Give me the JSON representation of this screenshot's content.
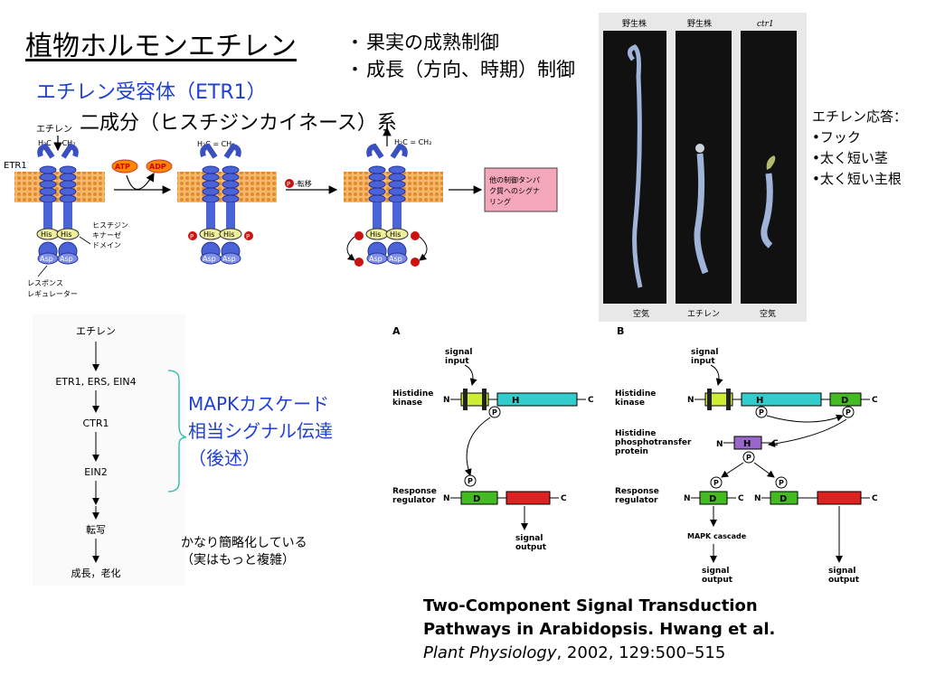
{
  "title": "植物ホルモンエチレン",
  "bullets": [
    "果実の成熟制御",
    "成長（方向、時期）制御"
  ],
  "receptor": {
    "heading": "エチレン受容体（ETR1）",
    "subheading": "二成分（ヒスチジンカイネース）系"
  },
  "membrane_figure": {
    "ethylene_label": "エチレン",
    "formula": "H₂C = CH₂",
    "etr1_label": "ETR1",
    "atp": "ATP",
    "adp": "ADP",
    "his": "His",
    "asp": "Asp",
    "p": "P",
    "transfer_label": "-転移",
    "hk_domain_label": [
      "ヒスチジン",
      "キナーゼ",
      "ドメイン"
    ],
    "rr_label": [
      "レスポンス",
      "レギュレーター"
    ],
    "output_box": [
      "他の制御タンパ",
      "ク質へのシグナ",
      "リング"
    ]
  },
  "seedling_photo": {
    "top_labels": [
      "野生株",
      "野生株",
      "ctr1"
    ],
    "bottom_labels": [
      "空気",
      "エチレン",
      "空気"
    ]
  },
  "ethylene_response": {
    "heading": "エチレン応答：",
    "items": [
      "•フック",
      "•太く短い茎",
      "•太く短い主根"
    ]
  },
  "pathway": {
    "steps": [
      "エチレン",
      "ETR1, ERS, EIN4",
      "CTR1",
      "EIN2",
      "転写",
      "成長，老化"
    ]
  },
  "mapk_note": [
    "MAPKカスケード",
    "相当シグナル伝達",
    "（後述）"
  ],
  "simplified_note": [
    "かなり簡略化している",
    "（実はもっと複雑）"
  ],
  "two_component": {
    "panel_a": "A",
    "panel_b": "B",
    "signal_input": [
      "signal",
      "input"
    ],
    "histidine_kinase": [
      "Histidine",
      "kinase"
    ],
    "hpt_protein": [
      "Histidine",
      "phosphotransfer",
      "protein"
    ],
    "response_regulator": [
      "Response",
      "regulator"
    ],
    "signal_output": [
      "signal",
      "output"
    ],
    "mapk_cascade": "MAPK cascade",
    "n": "N",
    "c": "C",
    "h": "H",
    "d": "D",
    "p": "P",
    "colors": {
      "hk_body": "#33cccc",
      "sensor": "#ccee33",
      "receiver": "#44bb22",
      "hpt": "#9966cc",
      "output": "#dd2222"
    }
  },
  "citation": {
    "title_line1": "Two-Component Signal Transduction",
    "title_line2": "Pathways in Arabidopsis. Hwang et al.",
    "journal": "Plant Physiology",
    "details": ", 2002, 129:500–515"
  }
}
